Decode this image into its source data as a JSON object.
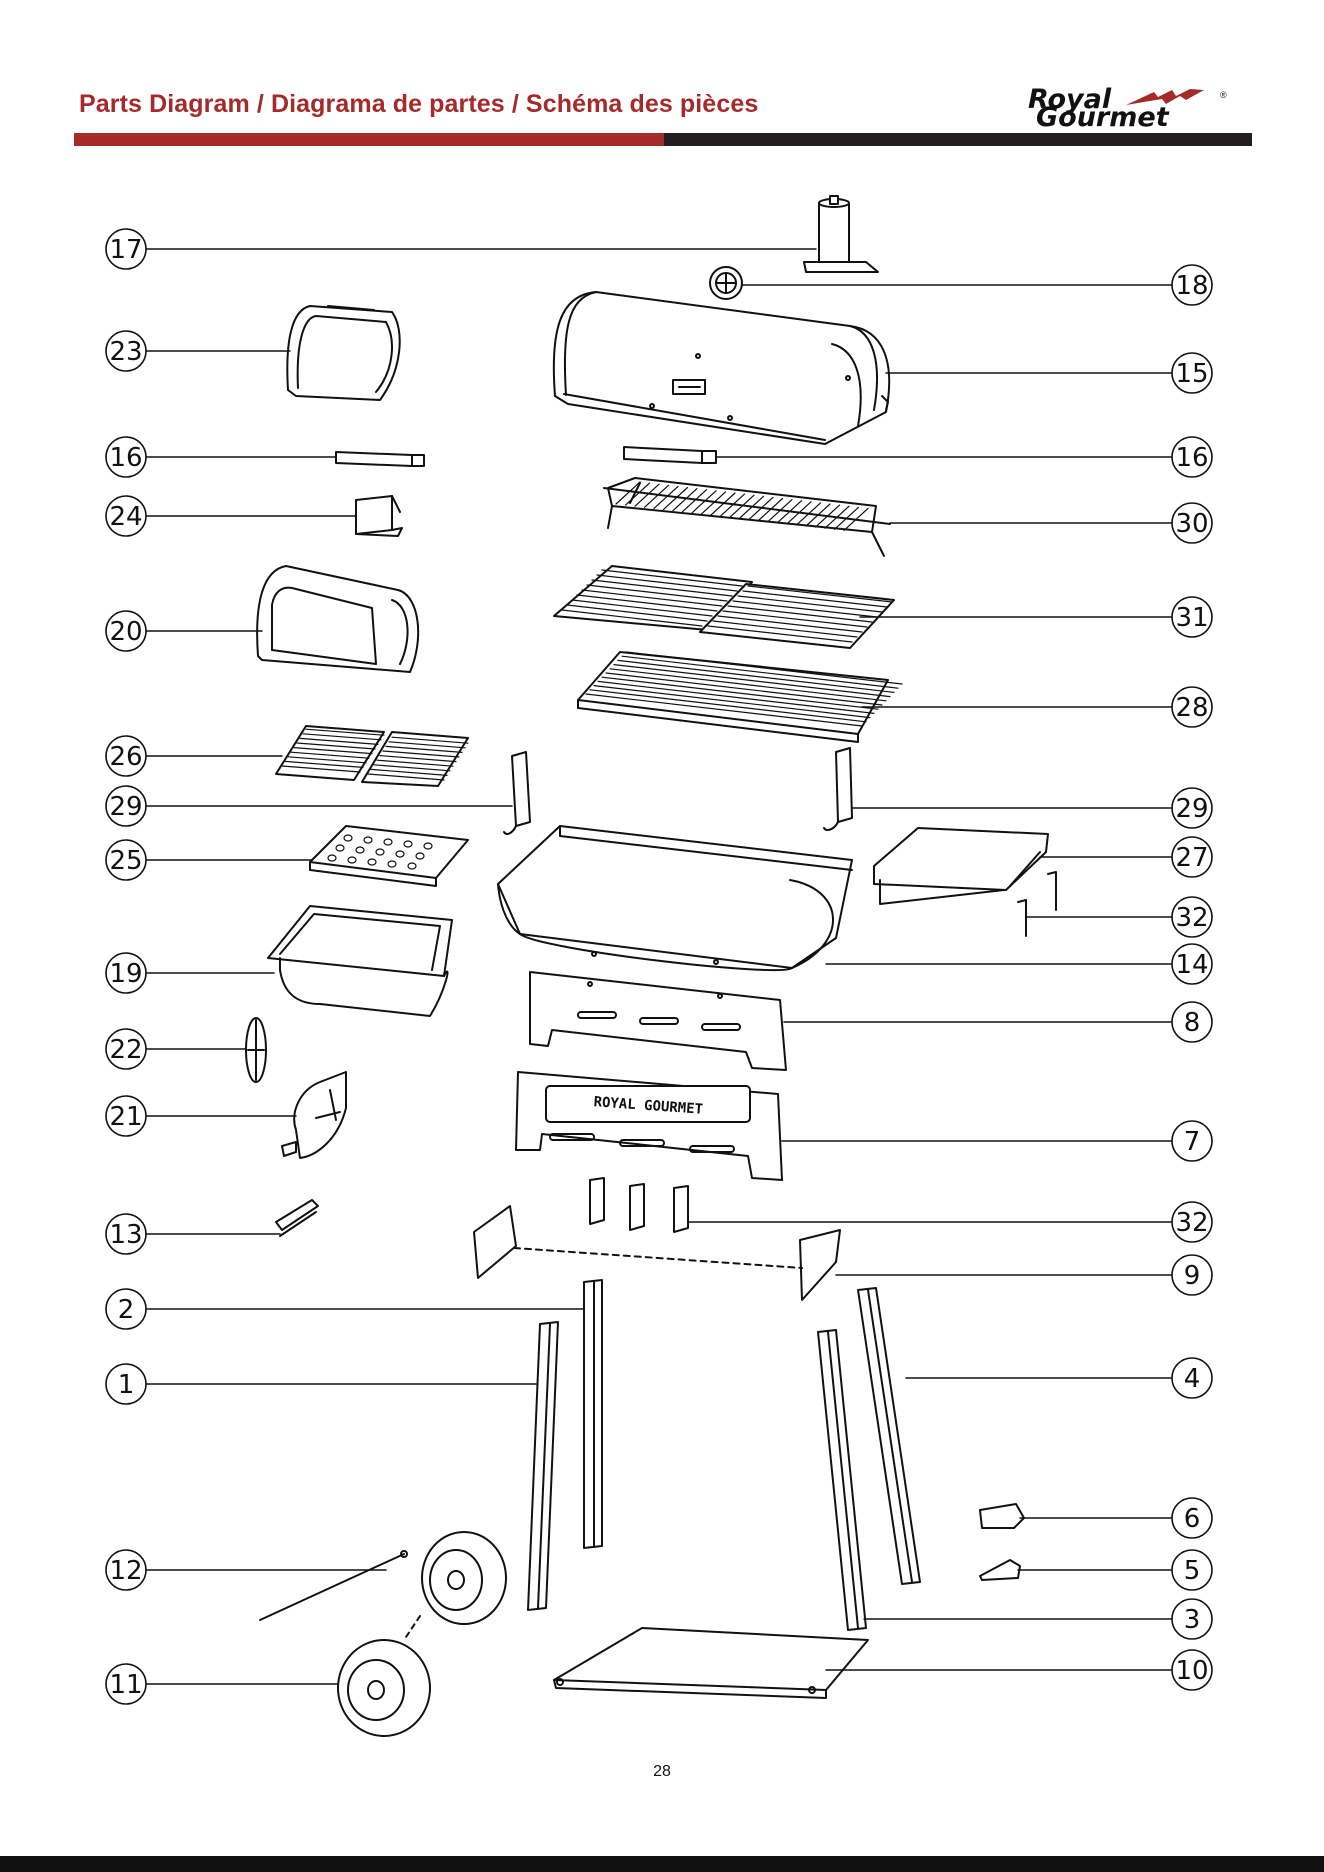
{
  "header": {
    "title": "Parts Diagram / Diagrama de partes / Schéma des pièces",
    "logo_line1": "Royal",
    "logo_line2": "Gourmet",
    "logo_mark": "®"
  },
  "colors": {
    "title": "#a52a2a",
    "bar_red": "#a52a2a",
    "bar_dark": "#231f20",
    "ink": "#111111"
  },
  "part_labels": {
    "left": [
      "17",
      "23",
      "16",
      "24",
      "20",
      "26",
      "29",
      "25",
      "19",
      "22",
      "21",
      "13",
      "2",
      "1",
      "12",
      "11"
    ],
    "right": [
      "18",
      "15",
      "16",
      "30",
      "31",
      "28",
      "29",
      "27",
      "32",
      "14",
      "8",
      "7",
      "32",
      "9",
      "4",
      "6",
      "5",
      "3",
      "10"
    ]
  },
  "side_panel_text": "ROYAL GOURMET",
  "page_number": "28"
}
